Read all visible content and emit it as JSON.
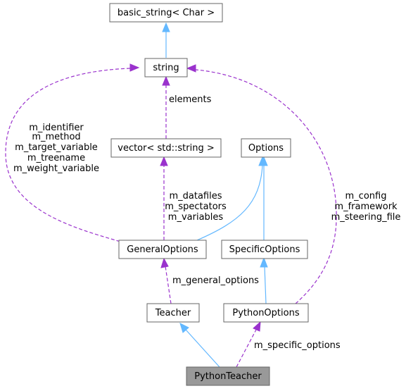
{
  "nodes": {
    "basic_string": "basic_string< Char >",
    "string": "string",
    "vector": "vector< std::string >",
    "options": "Options",
    "general_options": "GeneralOptions",
    "specific_options": "SpecificOptions",
    "teacher": "Teacher",
    "python_options": "PythonOptions",
    "python_teacher": "PythonTeacher"
  },
  "edge_labels": {
    "elements": "elements",
    "general_to_string": [
      "m_identifier",
      "m_method",
      "m_target_variable",
      "m_treename",
      "m_weight_variable"
    ],
    "general_to_vector": [
      "m_datafiles",
      "m_spectators",
      "m_variables"
    ],
    "python_options_to_string": [
      "m_config",
      "m_framework",
      "m_steering_file"
    ],
    "general_options": "m_general_options",
    "specific_options": "m_specific_options"
  },
  "colors": {
    "inheritance_edge": "#63b8ff",
    "usage_edge": "#9a32cd",
    "node_border": "#666666",
    "highlight_fill": "#999999"
  }
}
